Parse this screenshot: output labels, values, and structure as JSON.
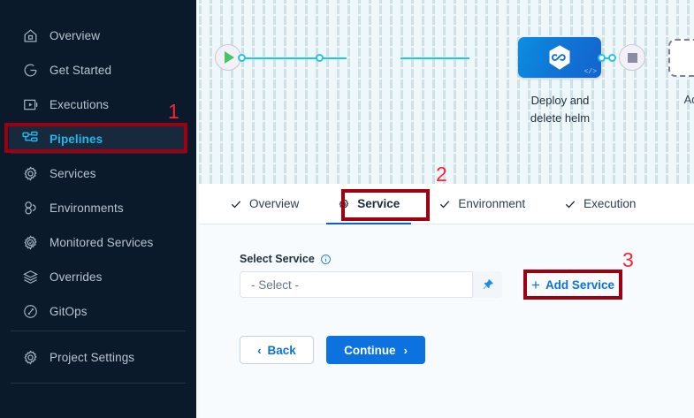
{
  "sidebar": {
    "items": [
      {
        "label": "Overview",
        "icon": "home-icon",
        "active": false
      },
      {
        "label": "Get Started",
        "icon": "rocket-start-icon",
        "active": false
      },
      {
        "label": "Executions",
        "icon": "play-box-icon",
        "active": false
      },
      {
        "label": "Pipelines",
        "icon": "pipeline-icon",
        "active": true
      },
      {
        "label": "Services",
        "icon": "gear-icon",
        "active": false
      },
      {
        "label": "Environments",
        "icon": "environments-icon",
        "active": false
      },
      {
        "label": "Monitored Services",
        "icon": "gear-check-icon",
        "active": false
      },
      {
        "label": "Overrides",
        "icon": "layers-icon",
        "active": false
      },
      {
        "label": "GitOps",
        "icon": "gitops-icon",
        "active": false
      }
    ],
    "bottom": {
      "label": "Project Settings",
      "icon": "gear-icon"
    },
    "active_color": "#23b8e8",
    "background": "#0b1a2b"
  },
  "annotations": [
    {
      "number": "1",
      "target": "sidebar-item-pipelines"
    },
    {
      "number": "2",
      "target": "tab-service"
    },
    {
      "number": "3",
      "target": "add-service-button"
    }
  ],
  "annotation_color": "#ff2233",
  "annotation_box_color": "#9e0012",
  "canvas": {
    "start_node": "play-icon",
    "end_node": "stop-icon",
    "stage": {
      "label_line1": "Deploy and",
      "label_line2": "delete helm",
      "icon": "harness-cd-hexagon-icon",
      "badge": "</>",
      "color": "#1073d4"
    },
    "add_stage": {
      "label": "Add Stage",
      "icon": "plus-icon"
    },
    "connector_color": "#20c5e8"
  },
  "tabs": [
    {
      "label": "Overview",
      "icon": "check-icon",
      "active": false
    },
    {
      "label": "Service",
      "icon": "gear-icon",
      "active": true
    },
    {
      "label": "Environment",
      "icon": "check-icon",
      "active": false
    },
    {
      "label": "Execution",
      "icon": "check-icon",
      "active": false
    }
  ],
  "form": {
    "select_service_label": "Select Service",
    "select_service_info_icon": "info-icon",
    "select_placeholder": "- Select -",
    "pin_icon": "pushpin-icon",
    "add_service_label": "Add Service",
    "add_service_plus": "+",
    "back_label": "Back",
    "back_chevron": "‹",
    "continue_label": "Continue",
    "continue_chevron": "›",
    "primary_color": "#0b72e0"
  }
}
